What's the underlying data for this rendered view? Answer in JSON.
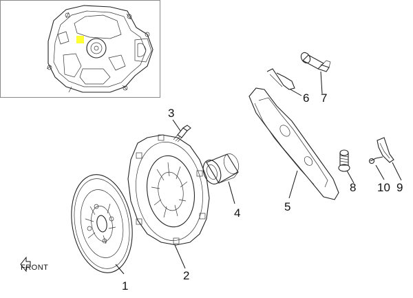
{
  "callouts": {
    "c1": "1",
    "c2": "2",
    "c3": "3",
    "c4": "4",
    "c5": "5",
    "c6": "6",
    "c7": "7",
    "c8": "8",
    "c9": "9",
    "c10": "10"
  },
  "front_label": "FRONT",
  "colors": {
    "line": "#222222",
    "highlight": "#ffff33",
    "inset_border": "#888888"
  }
}
